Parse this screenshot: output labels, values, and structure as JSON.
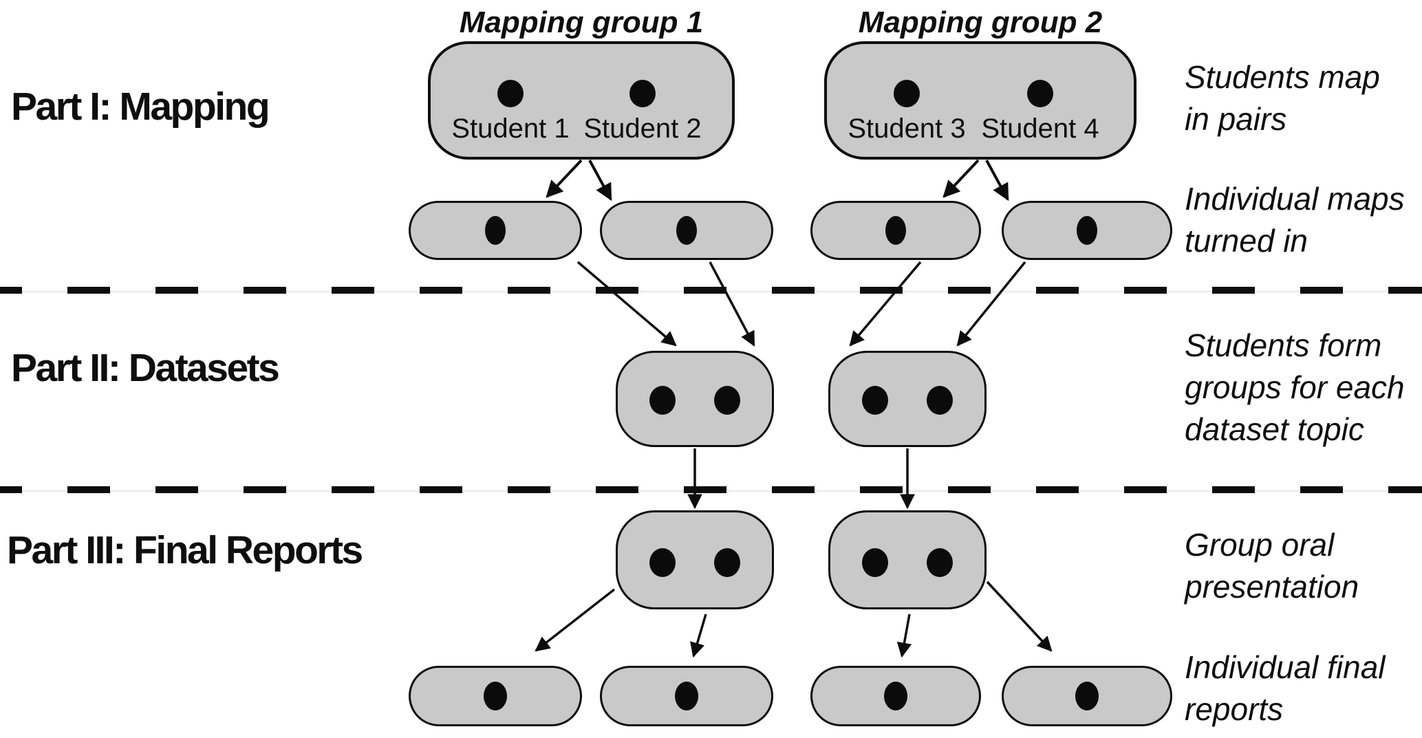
{
  "colors": {
    "box_fill": "#c9c9c9",
    "box_stroke": "#0d0d0d",
    "dot": "#0b0b0b",
    "text": "#0e0e0e",
    "background": "#ffffff"
  },
  "part_labels": {
    "part1": "Part I: Mapping",
    "part2": "Part II: Datasets",
    "part3": "Part III: Final Reports"
  },
  "mapping_groups": [
    {
      "title": "Mapping group 1",
      "students": [
        "Student 1",
        "Student 2"
      ]
    },
    {
      "title": "Mapping group 2",
      "students": [
        "Student 3",
        "Student 4"
      ]
    }
  ],
  "captions": {
    "students_map": {
      "lines": [
        "Students map",
        "in pairs"
      ]
    },
    "individual_maps": {
      "lines": [
        "Individual maps",
        "turned in"
      ]
    },
    "students_form": {
      "lines": [
        "Students form",
        "groups for each",
        "dataset topic"
      ]
    },
    "group_oral": {
      "lines": [
        "Group oral",
        "presentation"
      ]
    },
    "individual_final": {
      "lines": [
        "Individual final",
        "reports"
      ]
    }
  }
}
